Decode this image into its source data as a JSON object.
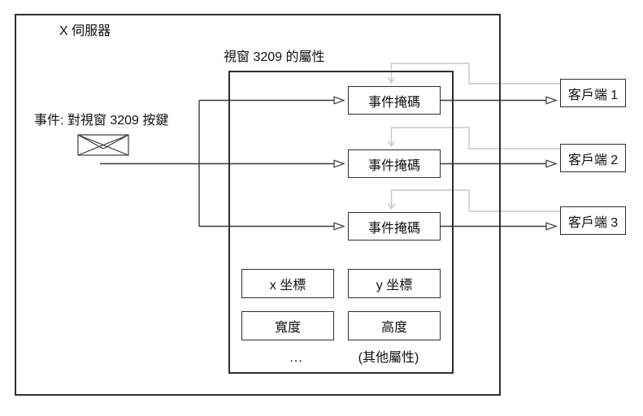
{
  "colors": {
    "background": "#ffffff",
    "line_dark": "#3a3a3a",
    "line_gray": "#c8c8c8",
    "box_border": "#2e2e2e",
    "text": "#111111"
  },
  "server": {
    "title": "X 伺服器"
  },
  "event": {
    "label": "事件: 對視窗 3209 按鍵",
    "icon": "envelope-icon"
  },
  "window_properties": {
    "title": "視窗 3209 的屬性",
    "event_masks": [
      {
        "label": "事件掩碼"
      },
      {
        "label": "事件掩碼"
      },
      {
        "label": "事件掩碼"
      }
    ],
    "attributes": [
      {
        "label": "x 坐標"
      },
      {
        "label": "y 坐標"
      },
      {
        "label": "寬度"
      },
      {
        "label": "高度"
      }
    ],
    "ellipsis": "...",
    "other_attributes_label": "(其他屬性)"
  },
  "clients": [
    {
      "label": "客戶端 1"
    },
    {
      "label": "客戶端 2"
    },
    {
      "label": "客戶端 3"
    }
  ]
}
